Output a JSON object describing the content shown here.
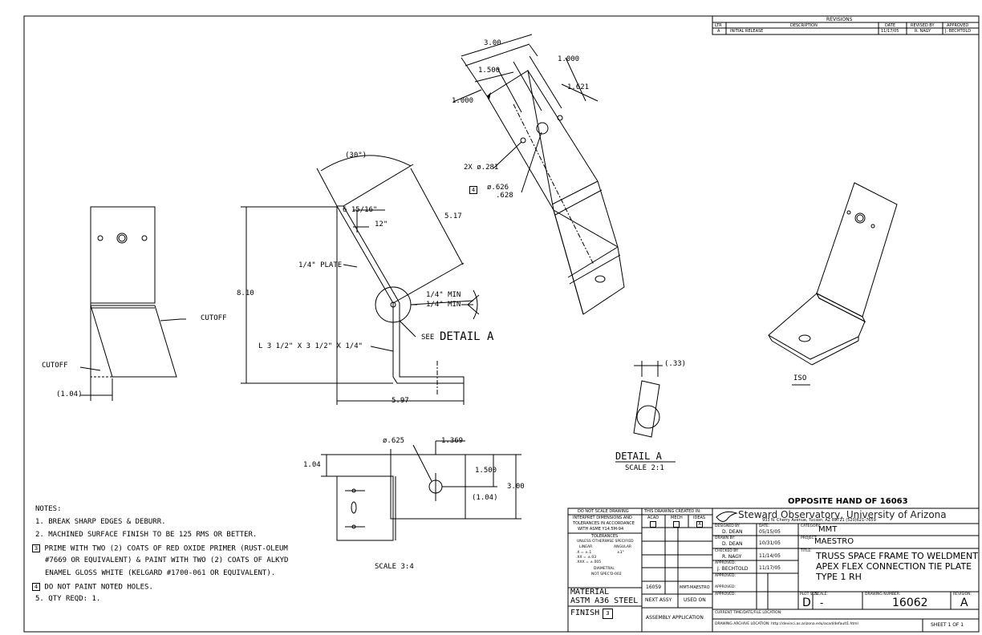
{
  "revisions": {
    "title": "REVISIONS",
    "headers": [
      "LTR",
      "DESCRIPTION",
      "DATE",
      "REVISED BY",
      "APPROVED"
    ],
    "rows": [
      [
        "A",
        "INITIAL RELEASE",
        "11/17/05",
        "R. NAGY",
        "J. BECHTOLD"
      ]
    ]
  },
  "dims": {
    "d300": "3.00",
    "d1000a": "1.000",
    "d1500": "1.500",
    "d1621": "1.621",
    "d1000b": "1.000",
    "angle30": "(30°)",
    "holes2x": "2X ø.281",
    "bore_flag": "4",
    "bore_top": "ø.626",
    "bore_bot": ".628",
    "d517": "5.17",
    "bend": "6 15/16\"",
    "d12": "12\"",
    "plate": "1/4\" PLATE",
    "d810": "8.10",
    "weld1": "1/4\" MIN",
    "weld2": "1/4\" MIN",
    "see_detail": "SEE",
    "detail_a": "DETAIL A",
    "angle_stock": "L 3 1/2\" X 3 1/2\" X 1/4\"",
    "d597": "5.97",
    "cutoff_r": "CUTOFF",
    "cutoff_l": "CUTOFF",
    "d104": "(1.04)",
    "d033": "(.33)",
    "detail_title": "DETAIL A",
    "detail_scale": "SCALE 2:1",
    "iso": "ISO",
    "bv_dia": "ø.625",
    "bv_1369": "1.369",
    "bv_104": "1.04",
    "bv_1500": "1.500",
    "bv_300": "3.00",
    "bv_104p": "(1.04)",
    "scale34": "SCALE 3:4"
  },
  "notes": {
    "header": "NOTES:",
    "items": [
      {
        "num": "1.",
        "text": "BREAK SHARP EDGES & DEBURR."
      },
      {
        "num": "2.",
        "text": "MACHINED SURFACE FINISH TO BE 125 RMS OR BETTER."
      },
      {
        "num": "3",
        "text": "PRIME WITH TWO (2) COATS OF RED OXIDE PRIMER (RUST-OLEUM"
      },
      {
        "num": "",
        "text": "#7669 OR EQUIVALENT) & PAINT WITH TWO (2) COATS OF ALKYD"
      },
      {
        "num": "",
        "text": "ENAMEL GLOSS WHITE (KELGARD #1700-061 OR EQUIVALENT)."
      },
      {
        "num": "4",
        "text": "DO NOT PAINT NOTED HOLES."
      },
      {
        "num": "5.",
        "text": "QTY REQD: 1."
      }
    ]
  },
  "opposite": "OPPOSITE HAND OF 16063",
  "title_block": {
    "dnsd": "DO NOT SCALE DRAWING",
    "interpret": [
      "INTERPRET DIMENSIONS AND",
      "TOLERANCES IN ACCORDANCE",
      "WITH ASME Y14.5M-94"
    ],
    "tolerances": "TOLERANCES",
    "unless": "UNLESS OTHERWISE SPECIFIED",
    "linear": "LINEAR",
    "angular": "ANGULAR",
    "tol1": ".X = ±.1",
    "tol2": ".XX = ±.03",
    "tol3": ".XXX = ±.005",
    "ang": "±1°",
    "diametral": "DIAMETRAL",
    "std": "NOT SPEC'D-002",
    "material_label": "MATERIAL",
    "material": "ASTM A36 STEEL",
    "finish_label": "FINISH",
    "finish_flag": "3",
    "created_in": "THIS DRAWING CREATED IN:",
    "cad": [
      "ACAD",
      "MECH",
      "IDEAS"
    ],
    "cad_checked": "X",
    "next_assy_val": "16059",
    "used_on_val": "MMT-MAESTRO",
    "next_assy": "NEXT ASSY",
    "used_on": "USED ON",
    "assembly_app": "ASSEMBLY APPLICATION",
    "org_name": "Steward Observatory, University of Arizona",
    "org_addr": "933 N. Cherry Avenue, Tucson, AZ 85721   (520)621-7659",
    "designed_by_l": "DESIGNED BY:",
    "designed_by": "D. DEAN",
    "date_l": "DATE:",
    "designed_date": "05/15/05",
    "drawn_by_l": "DRAWN BY:",
    "drawn_by": "D. DEAN",
    "drawn_date": "10/31/05",
    "checked_by_l": "CHECKED BY:",
    "checked_by": "R. NAGY",
    "checked_date": "11/14/05",
    "approved_l": "APPROVED:",
    "approved_by": "J. BECHTOLD",
    "approved_date": "11/17/05",
    "approved2_l": "APPROVED:",
    "approved3_l": "APPROVED:",
    "approved4_l": "APPROVED:",
    "category_l": "CATEGORY:",
    "category": "MMT",
    "project_l": "PROJECT:",
    "project": "MAESTRO",
    "title_l": "TITLE:",
    "title_lines": [
      "TRUSS SPACE FRAME TO WELDMENT",
      "APEX FLEX CONNECTION TIE PLATE",
      "TYPE 1 RH"
    ],
    "plot_size_l": "PLOT SIZE",
    "plot_size": "D",
    "scale_l": "SCALE:",
    "scale": "-",
    "dwg_no_l": "DRAWING NUMBER:",
    "dwg_no": "16062",
    "rev_l": "REVISION:",
    "rev": "A",
    "current_loc": "CURRENT TIME/DATE/FILE LOCATION:",
    "archive_loc": "DRAWING ARCHIVE LOCATION: http://devinci.as.arizona.edu/acad/default1.html",
    "sheet": "SHEET 1 OF 1"
  }
}
